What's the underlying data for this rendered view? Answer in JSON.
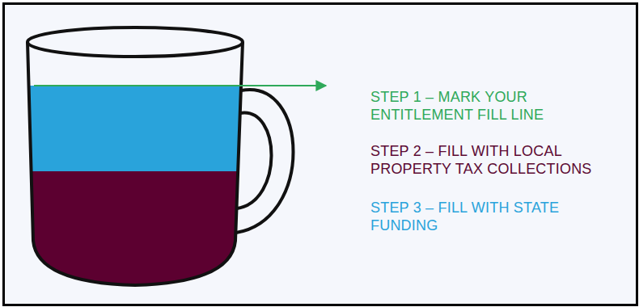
{
  "diagram": {
    "labels": [
      "STEP 1 – MARK YOUR ENTITLEMENT FILL LINE",
      "STEP 2 – FILL WITH LOCAL PROPERTY TAX COLLECTIONS",
      "STEP 3 – FILL WITH STATE FUNDING"
    ]
  }
}
